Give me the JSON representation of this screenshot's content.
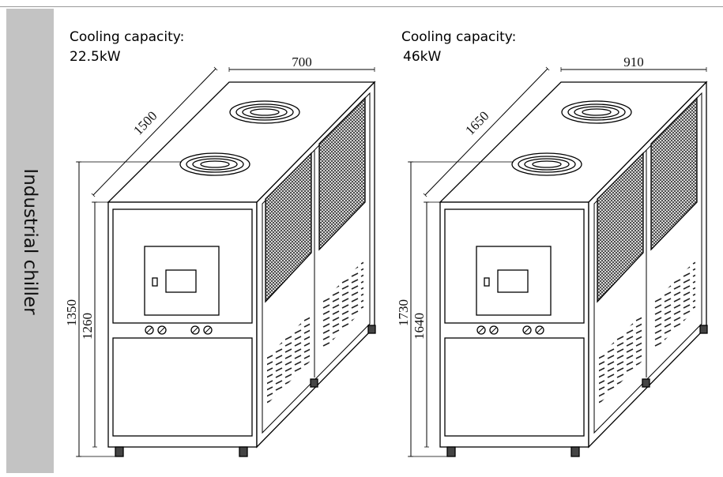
{
  "sidebar": {
    "label": "Industrial chiller"
  },
  "units": [
    {
      "capacity_label": "Cooling capacity:",
      "capacity_value": "22.5kW",
      "dimensions": {
        "depth": "1500",
        "width": "700",
        "height_total": "1350",
        "height_body": "1260"
      }
    },
    {
      "capacity_label": "Cooling capacity:",
      "capacity_value": "46kW",
      "dimensions": {
        "depth": "1650",
        "width": "910",
        "height_total": "1730",
        "height_body": "1640"
      }
    }
  ]
}
